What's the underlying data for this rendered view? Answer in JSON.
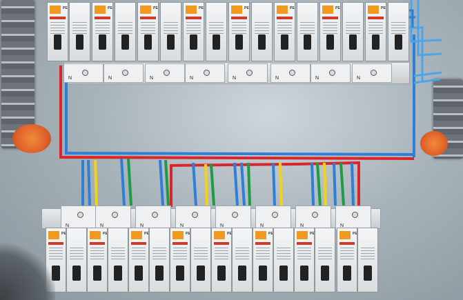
{
  "scene": {
    "description_colors": {
      "panel": "#b8c1c8",
      "busbar": "#6e737a",
      "grommet": "#e0622a",
      "label_orange": "#f29a1f"
    },
    "top_row": {
      "brand": "PEOPLE",
      "terminal_label": "N",
      "breaker_count": 16
    },
    "bottom_row": {
      "brand": "PEOPLE",
      "terminal_label": "N",
      "breaker_count": 16
    },
    "wire_colors": {
      "blue": "#2f7fd6",
      "red": "#d8262b",
      "yellow": "#f2d21a",
      "green": "#1f9a45",
      "light_blue": "#4aa6e8"
    }
  }
}
